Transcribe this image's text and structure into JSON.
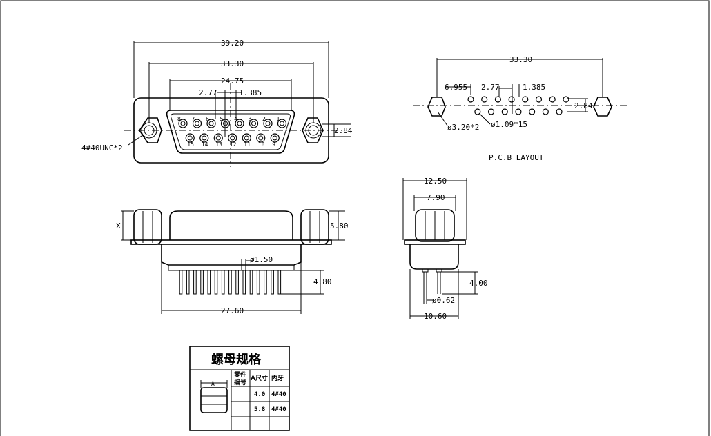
{
  "front_view": {
    "dim_overall": "39.20",
    "dim_mount": "33.30",
    "dim_shell": "24.75",
    "dim_pitch": "2.77",
    "dim_row_offset": "1.385",
    "dim_height": "2.84",
    "screw_note": "4#40UNC*2",
    "pins_top": [
      "8",
      "7",
      "6",
      "5",
      "4",
      "3",
      "2",
      "1"
    ],
    "pins_bottom": [
      "15",
      "14",
      "13",
      "12",
      "11",
      "10",
      "9"
    ]
  },
  "pcb_layout": {
    "title": "P.C.B  LAYOUT",
    "dim_mount": "33.30",
    "dim_offset": "6.955",
    "dim_pitch": "2.77",
    "dim_row_offset": "1.385",
    "dim_row_spacing": "2.84",
    "mount_hole_note": "ø3.20*2",
    "pin_hole_note": "ø1.09*15"
  },
  "side_view": {
    "dim_x": "X",
    "dim_height": "5.80",
    "dim_pin_dia": "ø1.50",
    "dim_pin_len": "4.80",
    "dim_base": "27.60"
  },
  "end_view": {
    "dim_flange": "12.50",
    "dim_body": "7.90",
    "dim_pin_len": "4.00",
    "dim_pin_dia": "ø0.62",
    "dim_base": "10.60"
  },
  "nut_table": {
    "title": "螺母规格",
    "label_a": "A",
    "col_part_line1": "零件",
    "col_part_line2": "编号",
    "col_size": "A尺寸",
    "col_thread": "内牙",
    "rows": [
      {
        "part": "",
        "size": "4.0",
        "thread": "4#40"
      },
      {
        "part": "",
        "size": "5.8",
        "thread": "4#40"
      }
    ]
  }
}
